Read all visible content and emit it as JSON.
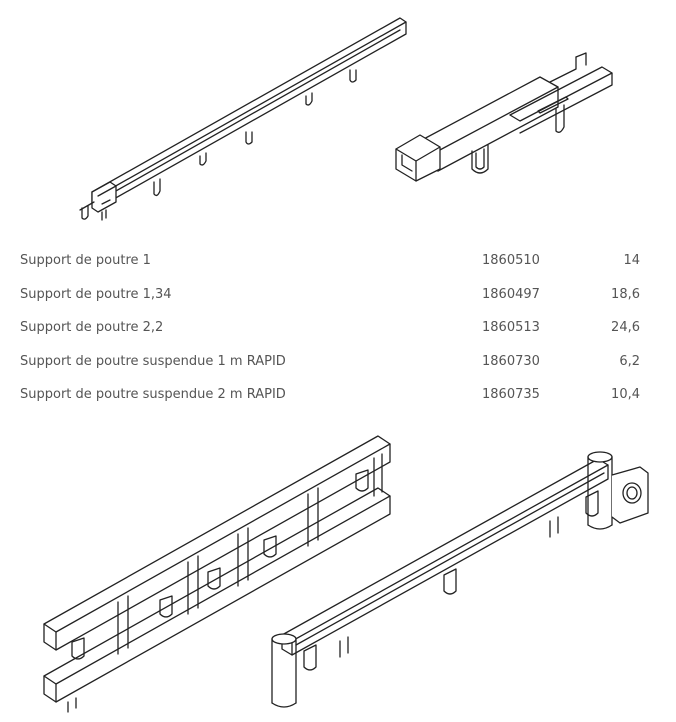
{
  "colors": {
    "text": "#555555",
    "line": "#222222",
    "background": "#ffffff"
  },
  "drawings": [
    {
      "name": "long-beam-support-drawing"
    },
    {
      "name": "telescopic-beam-support-drawing"
    },
    {
      "name": "double-rail-beam-support-drawing"
    },
    {
      "name": "suspended-beam-support-drawing"
    }
  ],
  "parts": [
    {
      "name": "Support de poutre 1",
      "code": "1860510",
      "weight": "14"
    },
    {
      "name": "Support de poutre 1,34",
      "code": "1860497",
      "weight": "18,6"
    },
    {
      "name": "Support de poutre 2,2",
      "code": "1860513",
      "weight": "24,6"
    },
    {
      "name": "Support de poutre suspendue 1 m RAPID",
      "code": "1860730",
      "weight": "6,2"
    },
    {
      "name": "Support de poutre suspendue 2 m RAPID",
      "code": "1860735",
      "weight": "10,4"
    }
  ]
}
